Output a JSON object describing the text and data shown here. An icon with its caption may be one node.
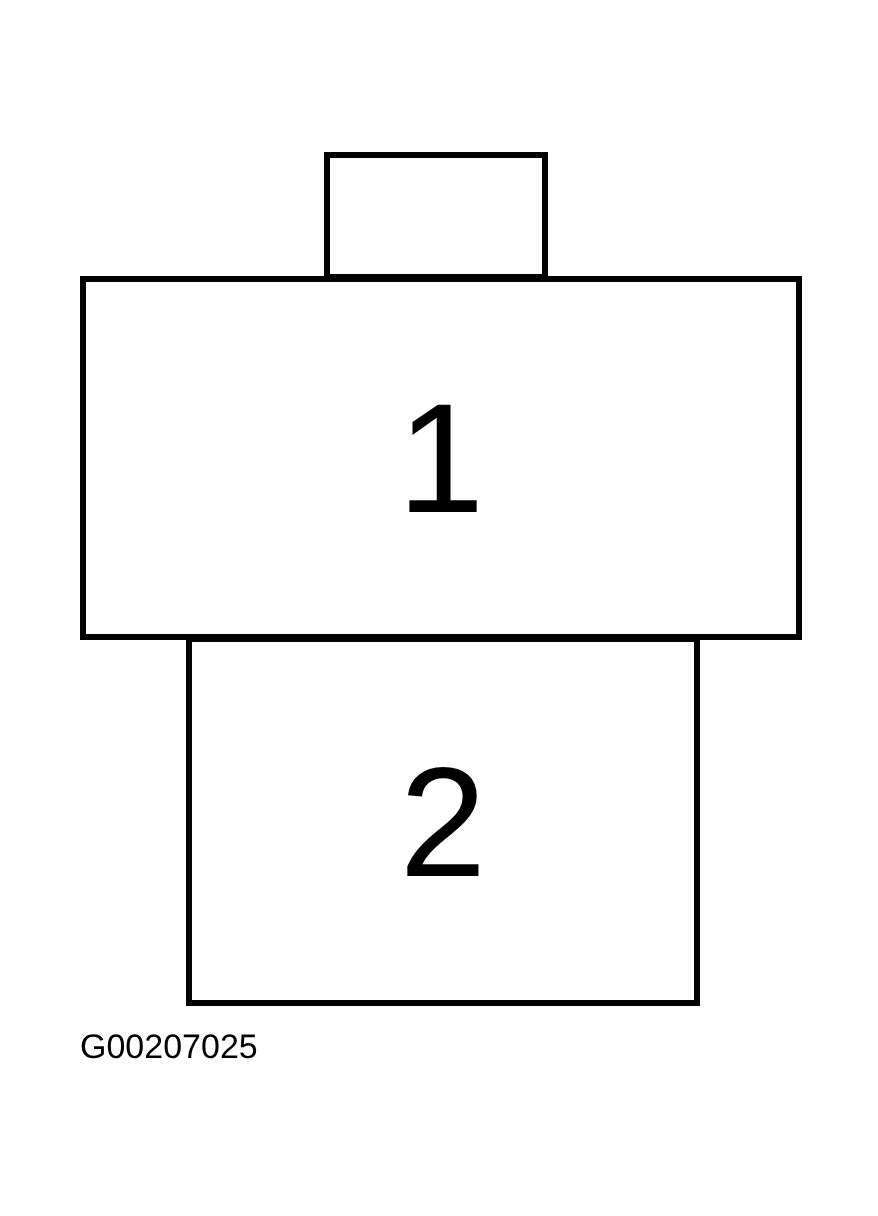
{
  "diagram": {
    "nodes": [
      {
        "text": [],
        "shape": "box"
      },
      {
        "text": [
          "1"
        ]
      },
      {
        "text": [
          "2"
        ]
      }
    ],
    "labels": [
      "G00207025"
    ]
  }
}
